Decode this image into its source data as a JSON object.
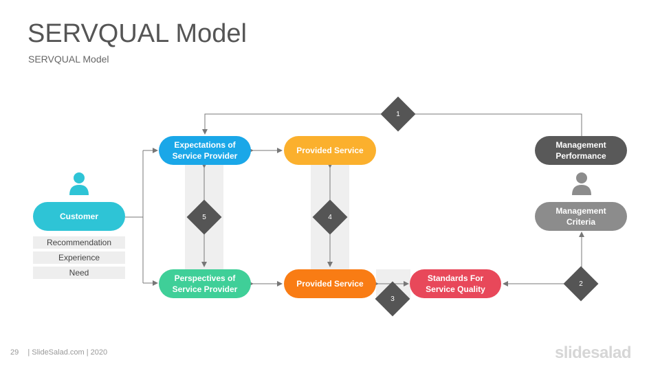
{
  "header": {
    "title": "SERVQUAL Model",
    "subtitle": "SERVQUAL Model"
  },
  "nodes": {
    "customer": {
      "label": "Customer",
      "color": "#2ec4d6"
    },
    "expectations": {
      "label": "Expectations of\nService Provider",
      "color": "#1aa7e8"
    },
    "provided_top": {
      "label": "Provided Service",
      "color": "#fbb02d"
    },
    "management_performance": {
      "label": "Management\nPerformance",
      "color": "#595959"
    },
    "management_criteria": {
      "label": "Management\nCriteria",
      "color": "#8c8c8c"
    },
    "perspectives": {
      "label": "Perspectives of\nService Provider",
      "color": "#3fcf98"
    },
    "provided_bottom": {
      "label": "Provided Service",
      "color": "#f97c14"
    },
    "standards": {
      "label": "Standards For\nService Quality",
      "color": "#e8485a"
    }
  },
  "customer_factors": [
    "Recommendation",
    "Experience",
    "Need"
  ],
  "gaps": [
    "1",
    "2",
    "3",
    "4",
    "5"
  ],
  "icons": {
    "customer": "person-icon",
    "management": "person-icon"
  },
  "footer": {
    "page": "29",
    "text": "| SlideSalad.com | 2020",
    "brand": "slidesalad"
  }
}
